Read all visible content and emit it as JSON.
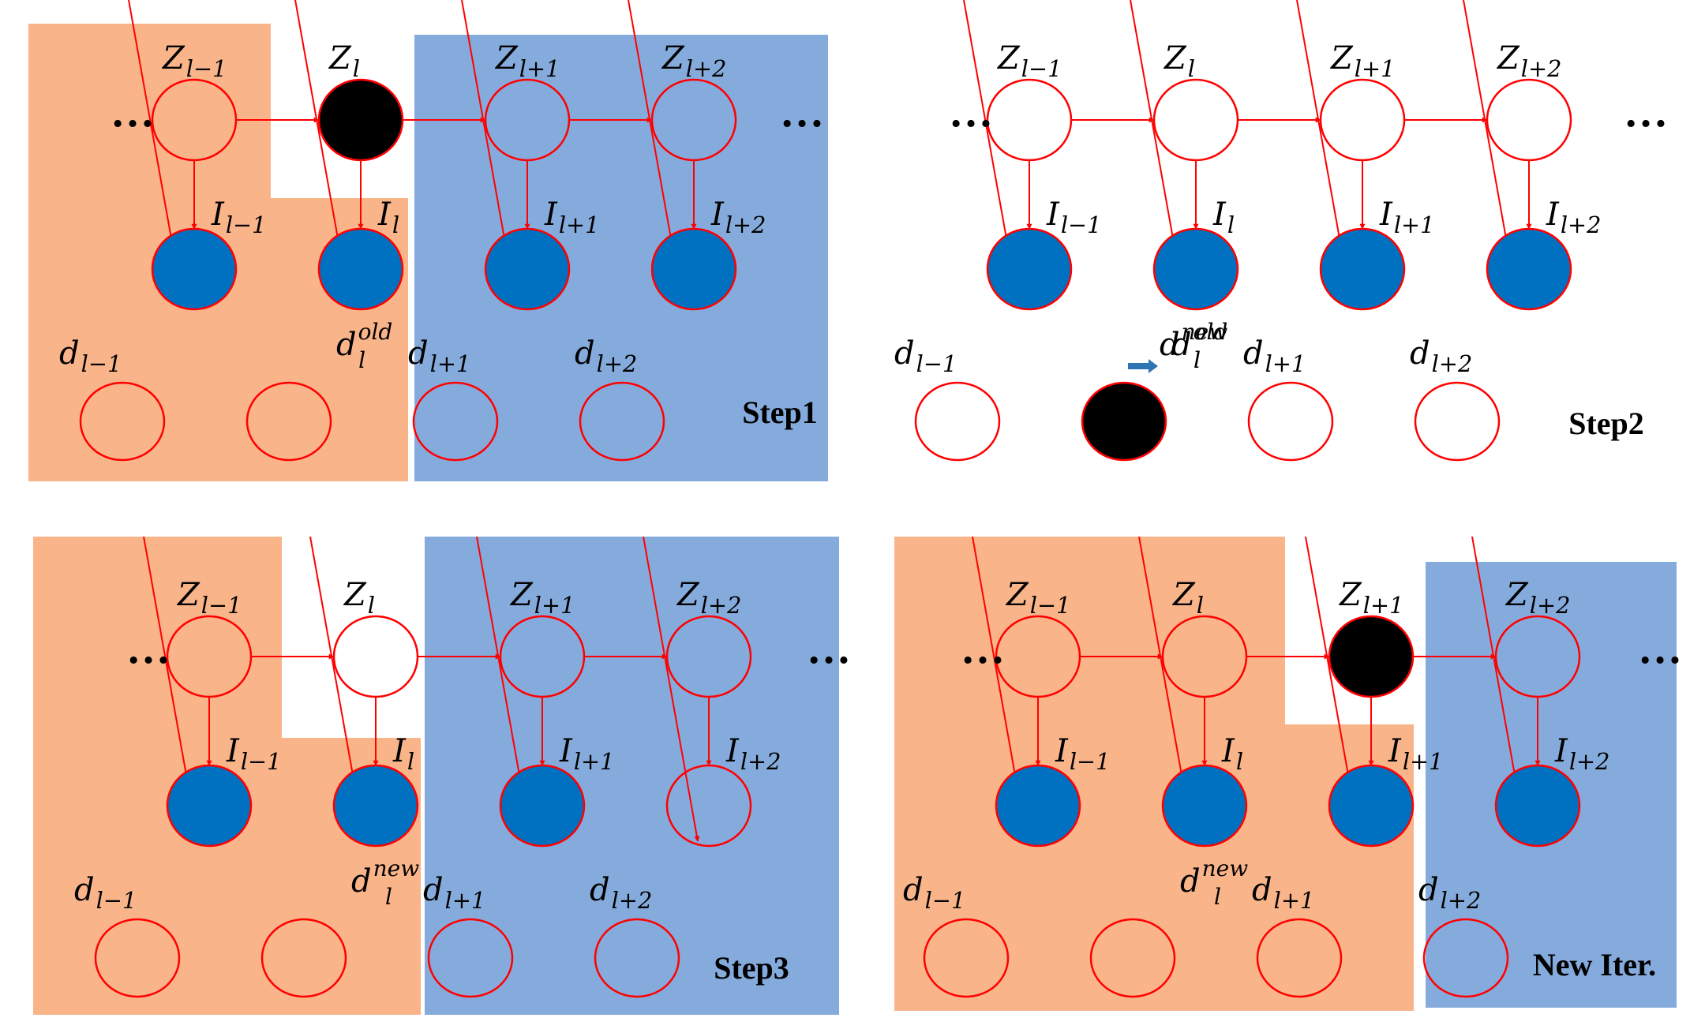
{
  "colors": {
    "orange_region": "#F9B48A",
    "blue_region": "#85ABDD",
    "node_outline": "#FF0000",
    "edge": "#FF0000",
    "observed_fill": "#0070C0",
    "selected_fill": "#000000",
    "empty_fill_white": "#FFFFFF",
    "small_arrow": "#2E75B6"
  },
  "ellipsis": "…",
  "panels": [
    {
      "name": "step1",
      "step_label": "Step1",
      "z_labels": [
        {
          "base": "Z",
          "sub": "l−1"
        },
        {
          "base": "Z",
          "sub": "l"
        },
        {
          "base": "Z",
          "sub": "l+1"
        },
        {
          "base": "Z",
          "sub": "l+2"
        }
      ],
      "i_labels": [
        {
          "base": "I",
          "sub": "l−1"
        },
        {
          "base": "I",
          "sub": "l"
        },
        {
          "base": "I",
          "sub": "l+1"
        },
        {
          "base": "I",
          "sub": "l+2"
        }
      ],
      "d_labels": [
        {
          "base": "d",
          "sub": "l−1",
          "sup": ""
        },
        {
          "base": "d",
          "sub": "l",
          "sup": "old"
        },
        {
          "base": "d",
          "sub": "l+1",
          "sup": ""
        },
        {
          "base": "d",
          "sub": "l+2",
          "sup": ""
        }
      ],
      "z_state": [
        "region",
        "selected",
        "region",
        "region"
      ],
      "i_state": [
        "observed",
        "observed",
        "observed",
        "observed"
      ],
      "d_state": [
        "region",
        "region",
        "region",
        "region"
      ]
    },
    {
      "name": "step2",
      "step_label": "Step2",
      "z_labels": [
        {
          "base": "Z",
          "sub": "l−1"
        },
        {
          "base": "Z",
          "sub": "l"
        },
        {
          "base": "Z",
          "sub": "l+1"
        },
        {
          "base": "Z",
          "sub": "l+2"
        }
      ],
      "i_labels": [
        {
          "base": "I",
          "sub": "l−1"
        },
        {
          "base": "I",
          "sub": "l"
        },
        {
          "base": "I",
          "sub": "l+1"
        },
        {
          "base": "I",
          "sub": "l+2"
        }
      ],
      "d_labels": [
        {
          "base": "d",
          "sub": "l−1",
          "sup": ""
        },
        {
          "base": "d",
          "sub": "l",
          "sup": "old"
        },
        {
          "base": "d",
          "sub": "l+1",
          "sup": ""
        },
        {
          "base": "d",
          "sub": "l+2",
          "sup": ""
        }
      ],
      "d_new_label": {
        "base": "d",
        "sub": "l",
        "sup": "new"
      },
      "z_state": [
        "white",
        "white",
        "white",
        "white"
      ],
      "i_state": [
        "observed",
        "observed",
        "observed",
        "observed"
      ],
      "d_state": [
        "white",
        "selected",
        "white",
        "white"
      ]
    },
    {
      "name": "step3",
      "step_label": "Step3",
      "z_labels": [
        {
          "base": "Z",
          "sub": "l−1"
        },
        {
          "base": "Z",
          "sub": "l"
        },
        {
          "base": "Z",
          "sub": "l+1"
        },
        {
          "base": "Z",
          "sub": "l+2"
        }
      ],
      "i_labels": [
        {
          "base": "I",
          "sub": "l−1"
        },
        {
          "base": "I",
          "sub": "l"
        },
        {
          "base": "I",
          "sub": "l+1"
        },
        {
          "base": "I",
          "sub": "l+2"
        }
      ],
      "d_labels": [
        {
          "base": "d",
          "sub": "l−1",
          "sup": ""
        },
        {
          "base": "d",
          "sub": "l",
          "sup": "new"
        },
        {
          "base": "d",
          "sub": "l+1",
          "sup": ""
        },
        {
          "base": "d",
          "sub": "l+2",
          "sup": ""
        }
      ],
      "z_state": [
        "region",
        "white",
        "region",
        "region"
      ],
      "i_state": [
        "observed",
        "observed",
        "observed",
        "region"
      ],
      "d_state": [
        "region",
        "region",
        "region",
        "region"
      ]
    },
    {
      "name": "new-iter",
      "step_label": "New Iter.",
      "z_labels": [
        {
          "base": "Z",
          "sub": "l−1"
        },
        {
          "base": "Z",
          "sub": "l"
        },
        {
          "base": "Z",
          "sub": "l+1"
        },
        {
          "base": "Z",
          "sub": "l+2"
        }
      ],
      "i_labels": [
        {
          "base": "I",
          "sub": "l−1"
        },
        {
          "base": "I",
          "sub": "l"
        },
        {
          "base": "I",
          "sub": "l+1"
        },
        {
          "base": "I",
          "sub": "l+2"
        }
      ],
      "d_labels": [
        {
          "base": "d",
          "sub": "l−1",
          "sup": ""
        },
        {
          "base": "d",
          "sub": "l",
          "sup": "new"
        },
        {
          "base": "d",
          "sub": "l+1",
          "sup": ""
        },
        {
          "base": "d",
          "sub": "l+2",
          "sup": ""
        }
      ],
      "z_state": [
        "region",
        "region",
        "selected",
        "region"
      ],
      "i_state": [
        "observed",
        "observed",
        "observed",
        "observed"
      ],
      "d_state": [
        "region",
        "region",
        "region",
        "region"
      ]
    }
  ]
}
